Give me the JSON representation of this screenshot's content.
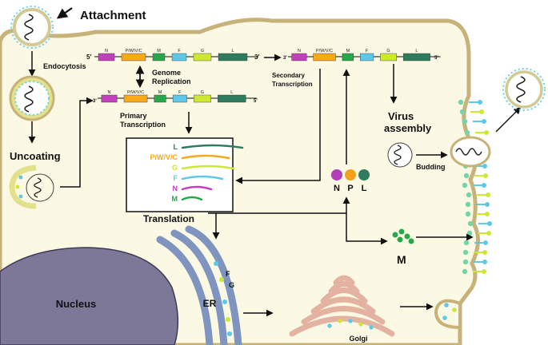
{
  "labels": {
    "attachment": "Attachment",
    "endocytosis": "Endocytosis",
    "uncoating": "Uncoating",
    "genome_replication": "Genome\nReplication",
    "primary_transcription": "Primary\nTranscription",
    "secondary_transcription": "Secondary\nTranscription",
    "translation": "Translation",
    "virus_assembly": "Virus\nassembly",
    "budding": "Budding",
    "nucleus": "Nucleus",
    "er": "ER",
    "golgi": "Golgi",
    "f": "F",
    "g": "G",
    "m_protein": "M"
  },
  "genome": {
    "segments": [
      {
        "name": "N",
        "color": "#c23fbf"
      },
      {
        "name": "P/W/V/C",
        "color": "#f7a81b"
      },
      {
        "name": "M",
        "color": "#27a84a"
      },
      {
        "name": "F",
        "color": "#5ec8e8"
      },
      {
        "name": "G",
        "color": "#cde832"
      },
      {
        "name": "L",
        "color": "#2e7b5e"
      }
    ],
    "prime_5": "5'",
    "prime_3": "3'"
  },
  "mrna_list": [
    {
      "name": "L",
      "color": "#2e7b5e"
    },
    {
      "name": "P/W/V/C",
      "color": "#f7a81b"
    },
    {
      "name": "G",
      "color": "#cde832"
    },
    {
      "name": "F",
      "color": "#5ec8e8"
    },
    {
      "name": "N",
      "color": "#c23fbf"
    },
    {
      "name": "M",
      "color": "#27a84a"
    }
  ],
  "proteins": [
    {
      "name": "N",
      "color": "#b33fb8"
    },
    {
      "name": "P",
      "color": "#f4a21c"
    },
    {
      "name": "L",
      "color": "#2e7b5e"
    }
  ],
  "colors": {
    "cytoplasm": "#fbf8e4",
    "membrane": "#c7b27a",
    "nucleus": "#7d7798",
    "er": "#7f95bf",
    "golgi": "#e4b2a0",
    "arrow": "#111111"
  }
}
